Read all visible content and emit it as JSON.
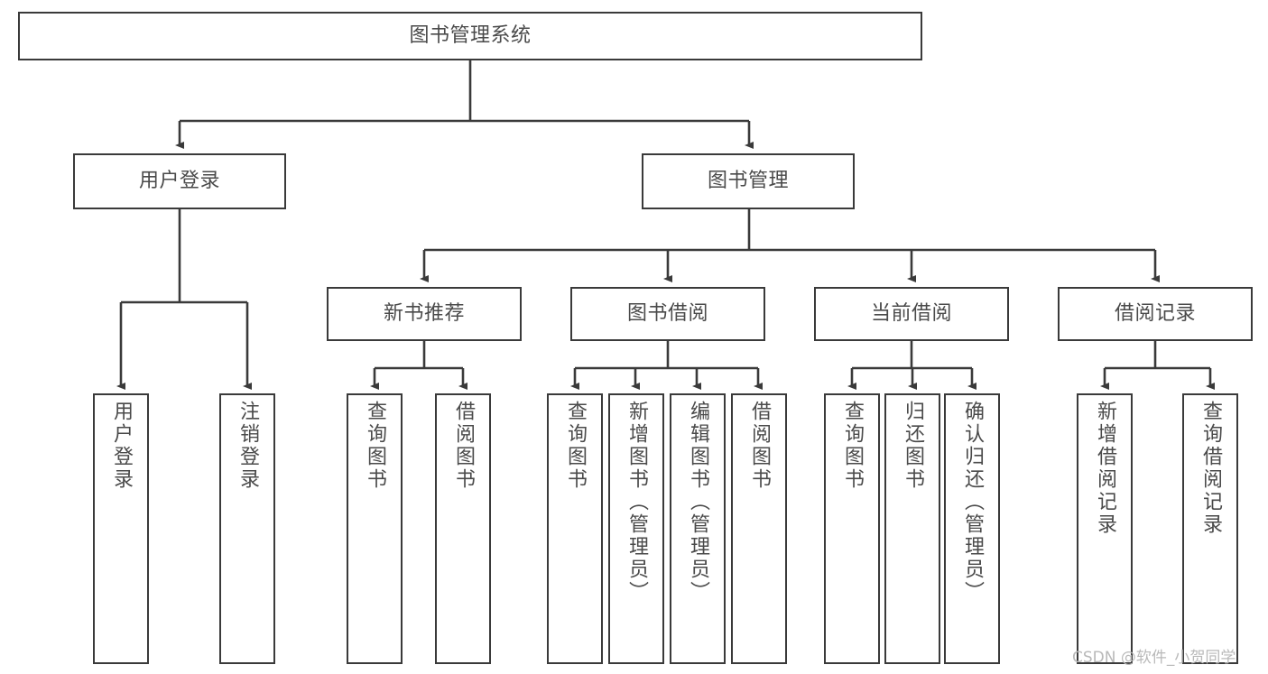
{
  "diagram": {
    "title": "图书管理系统",
    "type": "tree-hierarchy-diagram",
    "root": {
      "label": "图书管理系统"
    },
    "level2": [
      {
        "label": "用户登录"
      },
      {
        "label": "图书管理"
      }
    ],
    "level3": [
      {
        "label": "新书推荐"
      },
      {
        "label": "图书借阅"
      },
      {
        "label": "当前借阅"
      },
      {
        "label": "借阅记录"
      }
    ],
    "leaves": {
      "user_login": [
        {
          "label": "用户登录"
        },
        {
          "label": "注销登录"
        }
      ],
      "new_book_recommend": [
        {
          "label": "查询图书"
        },
        {
          "label": "借阅图书"
        }
      ],
      "book_borrow": [
        {
          "label": "查询图书"
        },
        {
          "label": "新增图书（管理员）"
        },
        {
          "label": "编辑图书（管理员）"
        },
        {
          "label": "借阅图书"
        }
      ],
      "current_borrow": [
        {
          "label": "查询图书"
        },
        {
          "label": "归还图书"
        },
        {
          "label": "确认归还（管理员）"
        }
      ],
      "borrow_record": [
        {
          "label": "新增借阅记录"
        },
        {
          "label": "查询借阅记录"
        }
      ]
    }
  },
  "watermark": {
    "text": "CSDN @软件_小贺同学"
  },
  "colors": {
    "background": "#ffffff",
    "border": "#3a3a3a",
    "text": "#4a4a4a",
    "connector": "#3a3a3a",
    "watermark": "#b9b9b9"
  }
}
